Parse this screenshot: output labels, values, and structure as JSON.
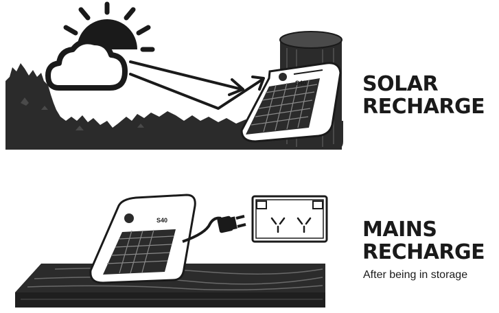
{
  "solar": {
    "line1": "SOLAR",
    "line2": "RECHARGE",
    "energizer_model": "S40"
  },
  "mains": {
    "line1": "MAINS",
    "line2": "RECHARGE",
    "note": "After being in storage",
    "energizer_model": "S40"
  },
  "colors": {
    "ink": "#1a1a1a",
    "panel_bg": "#2b2b2b",
    "background": "#ffffff"
  },
  "icons": [
    "sun-icon",
    "cloud-icon",
    "arrow-icon",
    "plug-icon",
    "power-outlet-icon",
    "solar-energizer-icon",
    "tree-silhouette",
    "fence-post",
    "wooden-table"
  ]
}
